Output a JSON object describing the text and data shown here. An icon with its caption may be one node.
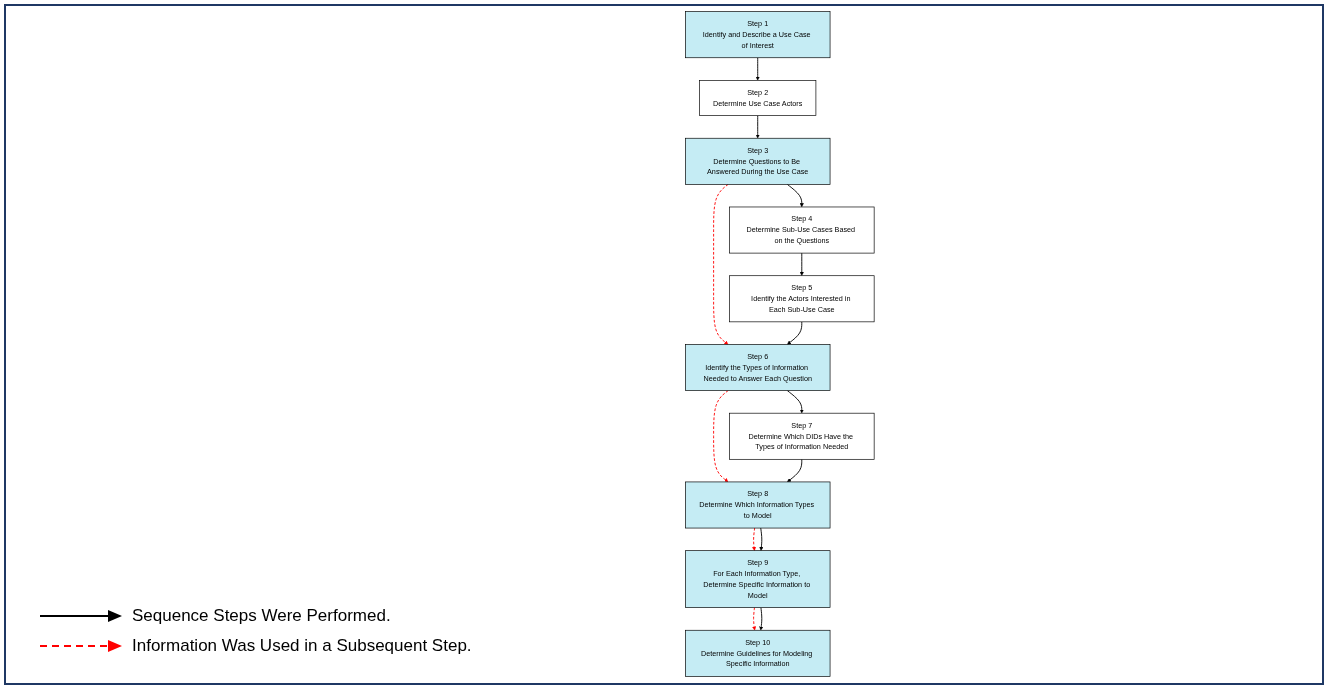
{
  "diagram": {
    "nodes": [
      {
        "text": [
          "Step 1",
          "Identify and Describe a Use Case of Interest"
        ]
      },
      {
        "text": [
          "Step 2",
          "Determine Use Case Actors"
        ]
      },
      {
        "text": [
          "Step 3",
          "Determine Questions to Be Answered During the Use Case"
        ]
      },
      {
        "text": [
          "Step 4",
          "Determine Sub-Use Cases Based on the Questions"
        ]
      },
      {
        "text": [
          "Step 5",
          "Identify the Actors Interested in Each Sub-Use Case"
        ]
      },
      {
        "text": [
          "Step 6",
          "Identify the Types of Information Needed to Answer Each Question"
        ]
      },
      {
        "text": [
          "Step 7",
          "Determine Which DIDs Have the Types of Information Needed"
        ]
      },
      {
        "text": [
          "Step 8",
          "Determine Which Information Types to Model"
        ]
      },
      {
        "text": [
          "Step 9",
          "For Each Information Type, Determine Specific Information to Model"
        ]
      },
      {
        "text": [
          "Step 10",
          "Determine Guidelines for Modeling Specific Information"
        ]
      }
    ],
    "edges": [
      {
        "from": 0,
        "to": 1,
        "arrow": "to"
      },
      {
        "from": 1,
        "to": 2,
        "arrow": "to"
      },
      {
        "from": 2,
        "to": 3,
        "arrow": "to"
      },
      {
        "from": 2,
        "to": 5,
        "arrow": "to",
        "style": "dashed",
        "color": "#ff0000"
      },
      {
        "from": 3,
        "to": 4,
        "arrow": "to"
      },
      {
        "from": 4,
        "to": 5,
        "arrow": "to"
      },
      {
        "from": 5,
        "to": 6,
        "arrow": "to"
      },
      {
        "from": 5,
        "to": 7,
        "arrow": "to",
        "style": "dashed",
        "color": "#ff0000"
      },
      {
        "from": 6,
        "to": 7,
        "arrow": "to"
      },
      {
        "from": 7,
        "to": 8,
        "arrow": "to",
        "style": "dashed",
        "color": "#ff0000"
      },
      {
        "from": 7,
        "to": 8,
        "arrow": "to"
      },
      {
        "from": 8,
        "to": 9,
        "arrow": "to",
        "style": "dashed",
        "color": "#ff0000"
      },
      {
        "from": 8,
        "to": 9,
        "arrow": "to"
      }
    ],
    "legend": [
      {
        "text": "Sequence Steps Were Performed."
      },
      {
        "text": "Information Was Used in a Subsequent Step."
      }
    ]
  }
}
